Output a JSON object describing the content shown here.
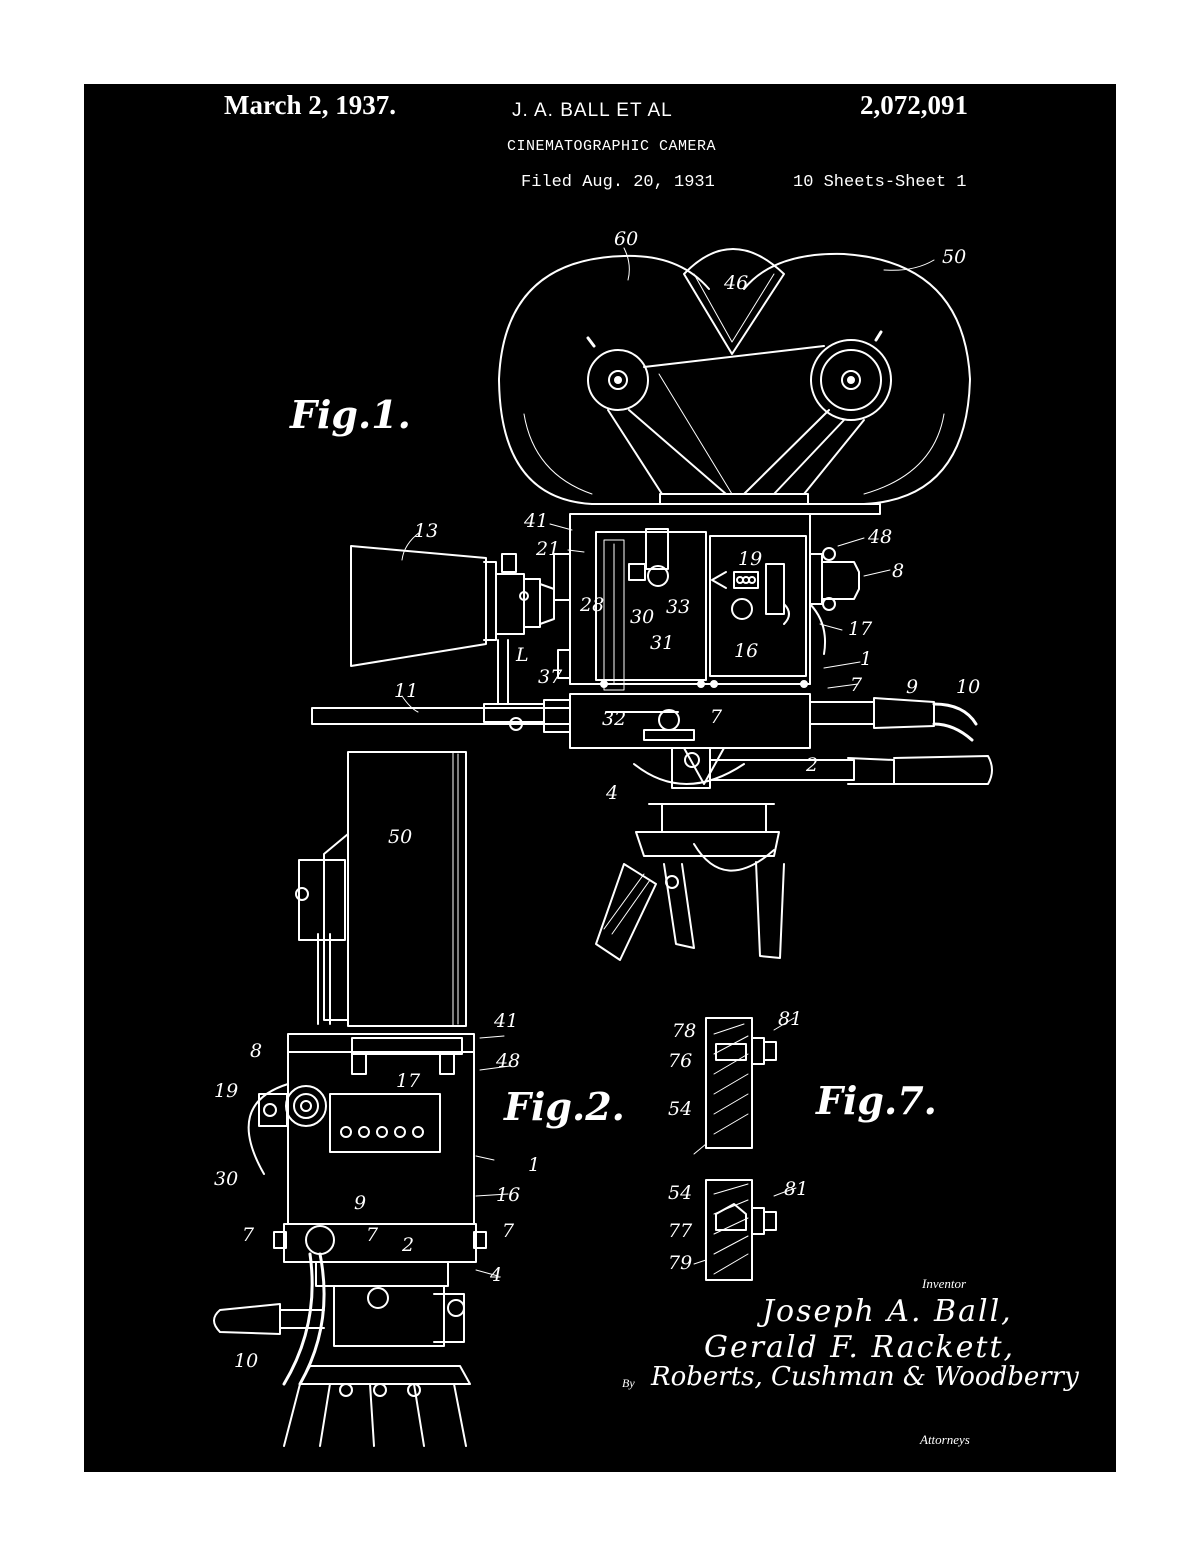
{
  "header": {
    "date": "March 2, 1937.",
    "inventors": "J. A. BALL ET AL",
    "patent_number": "2,072,091",
    "title": "CINEMATOGRAPHIC CAMERA",
    "filed": "Filed Aug. 20, 1931",
    "sheets": "10 Sheets-Sheet 1"
  },
  "figures": {
    "fig1": "Fig.1.",
    "fig2": "Fig.2.",
    "fig7": "Fig.7."
  },
  "fig1_refs": {
    "r60": "60",
    "r46": "46",
    "r50": "50",
    "r41": "41",
    "r21": "21",
    "r13": "13",
    "r48": "48",
    "r8": "8",
    "r19": "19",
    "r28": "28",
    "r30": "30",
    "r33": "33",
    "r31": "31",
    "r16": "16",
    "r17": "17",
    "rL": "L",
    "r37": "37",
    "r1": "1",
    "r11": "11",
    "r7a": "7",
    "r9": "9",
    "r10": "10",
    "r32": "32",
    "r7b": "7",
    "r2": "2",
    "r4": "4"
  },
  "fig2_refs": {
    "r50": "50",
    "r41": "41",
    "r48": "48",
    "r8": "8",
    "r17": "17",
    "r19": "19",
    "r1": "1",
    "r30": "30",
    "r16": "16",
    "r9": "9",
    "r7a": "7",
    "r7b": "7",
    "r2": "2",
    "r7c": "7",
    "r4": "4",
    "r10": "10"
  },
  "fig7_refs": {
    "r78": "78",
    "r81a": "81",
    "r76": "76",
    "r54a": "54",
    "r54b": "54",
    "r81b": "81",
    "r77": "77",
    "r79": "79"
  },
  "signature": {
    "inventor_label": "Inventor",
    "name1": "Joseph A. Ball,",
    "name2": "Gerald F. Rackett,",
    "by": "By",
    "attorneys_names": "Roberts, Cushman & Woodberry",
    "attorneys_label": "Attorneys"
  }
}
